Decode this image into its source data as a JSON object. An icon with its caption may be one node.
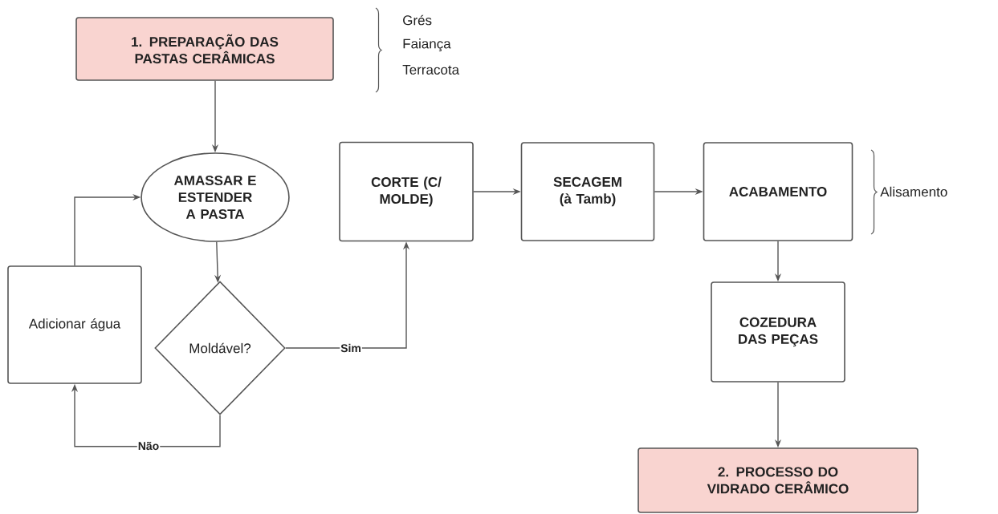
{
  "diagram": {
    "nodes": [
      {
        "text": [
          "1. PREPARAÇÃO DAS PASTAS CERÂMICAS"
        ],
        "beside": [
          "Grés",
          "Faiança",
          "Terracota"
        ]
      },
      {
        "text": [
          "AMASSAR E ESTENDER A PASTA"
        ]
      },
      {
        "text": [
          "Moldável?"
        ]
      },
      {
        "text": [
          "Adicionar água"
        ]
      },
      {
        "text": [
          "CORTE (C/ MOLDE)"
        ]
      },
      {
        "text": [
          "SECAGEM (à Tamb)"
        ]
      },
      {
        "text": [
          "ACABAMENTO"
        ],
        "beside": [
          "Alisamento"
        ]
      },
      {
        "text": [
          "COZEDURA DAS PEÇAS"
        ]
      },
      {
        "text": [
          "2. PROCESSO DO VIDRADO CERÂMICO"
        ]
      }
    ],
    "edges": [
      {
        "from": 0,
        "to": 1,
        "arrow": "to"
      },
      {
        "from": 1,
        "to": 2,
        "arrow": "to"
      },
      {
        "from": 2,
        "to": 4,
        "arrow": "to",
        "label": "Sim"
      },
      {
        "from": 2,
        "to": 3,
        "arrow": "to",
        "label": "Não"
      },
      {
        "from": 3,
        "to": 1,
        "arrow": "to"
      },
      {
        "from": 4,
        "to": 5,
        "arrow": "to"
      },
      {
        "from": 5,
        "to": 6,
        "arrow": "to"
      },
      {
        "from": 6,
        "to": 7,
        "arrow": "to"
      },
      {
        "from": 7,
        "to": 8,
        "arrow": "to"
      }
    ]
  }
}
